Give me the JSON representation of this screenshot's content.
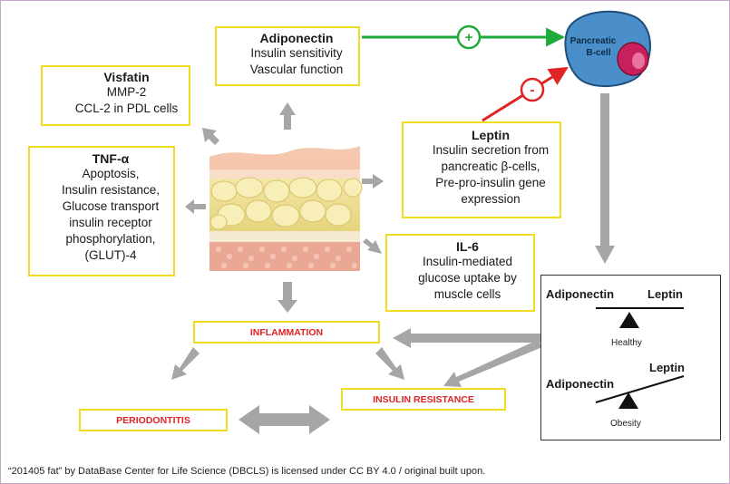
{
  "boxes": {
    "adiponectin": {
      "title": "Adiponectin",
      "lines": [
        "Insulin sensitivity",
        "Vascular function"
      ]
    },
    "visfatin": {
      "title": "Visfatin",
      "lines": [
        "MMP-2",
        "CCL-2 in PDL cells"
      ]
    },
    "tnf": {
      "title": "TNF-α",
      "lines": [
        "Apoptosis,",
        "Insulin resistance,",
        "Glucose transport",
        "insulin receptor",
        "phosphorylation,",
        "(GLUT)-4"
      ]
    },
    "leptin": {
      "title": "Leptin",
      "lines": [
        "Insulin secretion from",
        "pancreatic β-cells,",
        "Pre-pro-insulin gene",
        "expression"
      ]
    },
    "il6": {
      "title": "IL-6",
      "lines": [
        "Insulin-mediated",
        "glucose uptake by",
        "muscle cells"
      ]
    }
  },
  "pancreas": {
    "label_line1": "Pancreatic",
    "label_line2": "B-cell"
  },
  "signs": {
    "plus": "+",
    "minus": "-"
  },
  "outcomes": {
    "inflammation": "INFLAMMATION",
    "insulin_resistance": "INSULIN RESISTANCE",
    "periodontitis": "PERIODONTITIS"
  },
  "balance": {
    "healthy": {
      "left": "Adiponectin",
      "right": "Leptin",
      "caption": "Healthy"
    },
    "obesity": {
      "left": "Adiponectin",
      "right": "Leptin",
      "caption": "Obesity"
    }
  },
  "credit": "“201405 fat” by DataBase Center for Life Science (DBCLS) is licensed under CC BY 4.0 / original built upon.",
  "colors": {
    "box_border": "#f2dc22",
    "arrow_gray": "#a6a6a6",
    "positive_green": "#1faa3c",
    "negative_red": "#e02424",
    "cell_blue": "#4a8fc9",
    "nucleus_magenta": "#c8205e"
  }
}
